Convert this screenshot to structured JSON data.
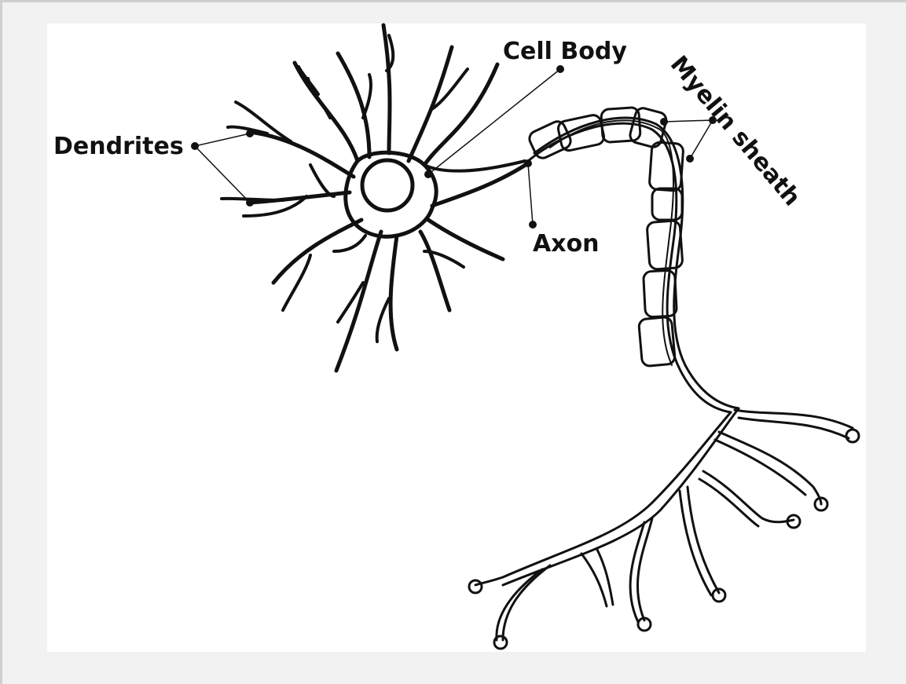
{
  "diagram": {
    "labels": {
      "dendrites": "Dendrites",
      "cell_body": "Cell Body",
      "myelin_sheath": "Myelin sheath",
      "axon": "Axon"
    },
    "colors": {
      "background": "#f2f2f2",
      "canvas": "#ffffff",
      "ink": "#111111"
    }
  }
}
